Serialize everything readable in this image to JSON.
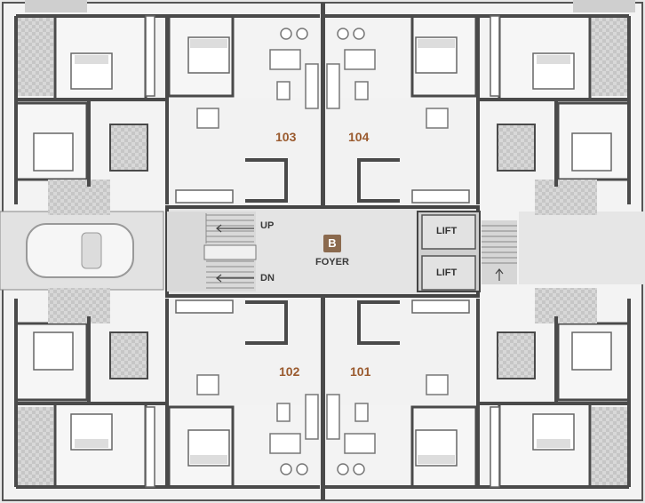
{
  "units": {
    "u101": "101",
    "u102": "102",
    "u103": "103",
    "u104": "104"
  },
  "stairs": {
    "up": "UP",
    "down": "DN"
  },
  "lifts": {
    "lift1": "LIFT",
    "lift2": "LIFT"
  },
  "foyer": {
    "badge": "B",
    "label": "FOYER"
  },
  "colors": {
    "wall": "#4a4a4a",
    "floor": "#f4f4f4",
    "corridor": "#e6e6e6",
    "unit_label": "#9a5a2e",
    "badge": "#8b6a4e"
  }
}
